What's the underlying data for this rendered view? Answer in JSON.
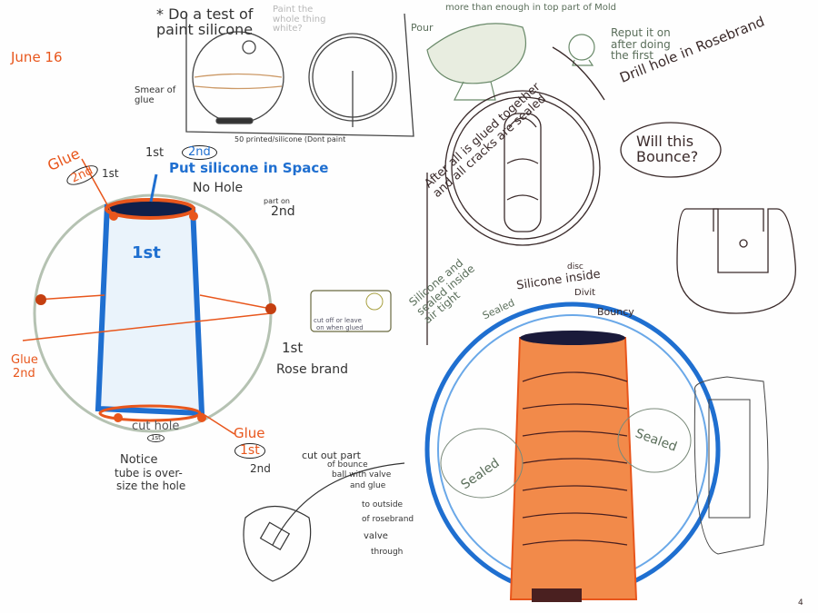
{
  "date": "June 16",
  "page_number": "4",
  "top_left": {
    "test_note": "* Do a test of paint silicone",
    "paint_note": "Paint the whole thing white?",
    "smear_label": "Smear of glue",
    "printed_note": "50 printed/silicone (Dont paint"
  },
  "top_right": {
    "pour_label": "Pour",
    "pour_note": "more than enough in top part of Mold",
    "reput_note": "Reput it on after doing the first",
    "drill_note": "Drill hole in Rosebrand",
    "after_note": "After all is glued together and all cracks are sealed",
    "bounce_question": "Will this Bounce?"
  },
  "left_diagram": {
    "order_1st": "1st",
    "order_2nd": "2nd",
    "silicone_note": "Put silicone in Space",
    "glue_top": "Glue",
    "glue_top_2nd": "2nd",
    "glue_top_1st": "1st",
    "no_hole": "No Hole",
    "part_on": "part on",
    "part_on_2nd": "2nd",
    "tube_1st": "1st",
    "cutoff_note_1": "cut off  or leave",
    "cutoff_note_2": "on when glued",
    "rose_1st": "1st",
    "rose_brand": "Rose brand",
    "glue_left": "Glue",
    "glue_left_2nd": "2nd",
    "cut_hole": "cut hole",
    "cut_hole_1st": "1st",
    "glue_bottom": "Glue",
    "glue_bottom_1st": "1st",
    "glue_bottom_2nd": "2nd",
    "notice_1": "Notice",
    "notice_2": "tube is over-",
    "notice_3": "size the hole"
  },
  "bottom_middle": {
    "cut_out_1": "cut out part",
    "cut_out_2": "of bounce",
    "cut_out_3": "ball with valve",
    "cut_out_4": "and glue",
    "outside_1": "to outside",
    "outside_2": "of rosebrand",
    "outside_3": "valve",
    "outside_4": "through"
  },
  "right_diagram": {
    "silicone_sealed": "Silicone and sealed inside air tight",
    "sealed_top": "Sealed",
    "disc": "disc",
    "silicone_inside": "Silicone inside",
    "divit": "Divit",
    "bouncy": "Bouncy",
    "sealed_left": "Sealed",
    "sealed_right": "Sealed"
  },
  "colors": {
    "orange": "#e8561c",
    "blue": "#1f6fd0",
    "ink": "#3a2a2a",
    "pencil": "#6a7a6a"
  }
}
